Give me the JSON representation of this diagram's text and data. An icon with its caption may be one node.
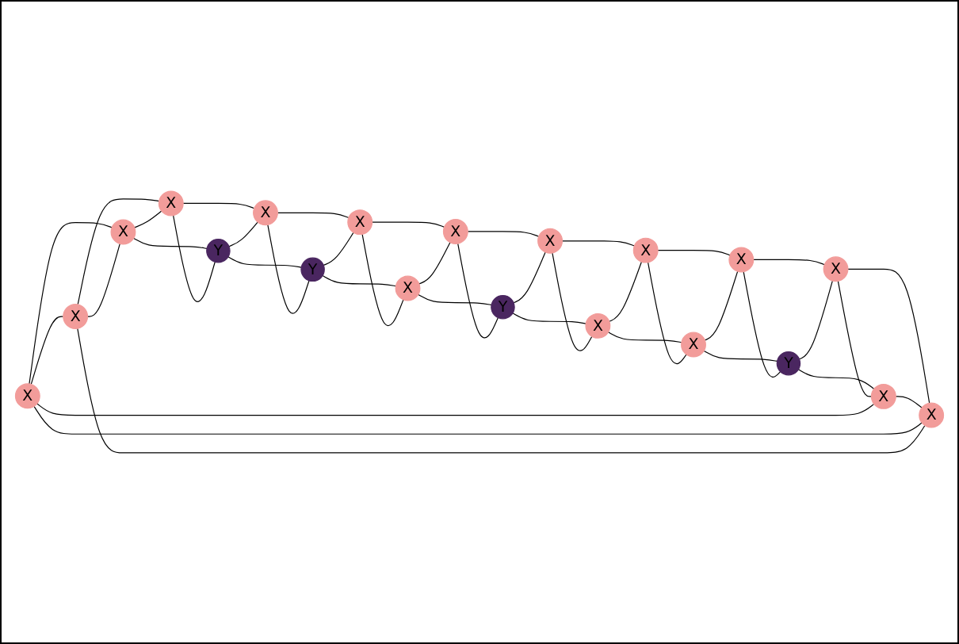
{
  "diagram": {
    "nodes": [
      {
        "text": [
          "X"
        ]
      },
      {
        "text": [
          "X"
        ]
      },
      {
        "text": [
          "X"
        ]
      },
      {
        "text": [
          "X"
        ]
      },
      {
        "text": [
          "Y"
        ]
      },
      {
        "text": [
          "X"
        ]
      },
      {
        "text": [
          "Y"
        ]
      },
      {
        "text": [
          "X"
        ]
      },
      {
        "text": [
          "X"
        ]
      },
      {
        "text": [
          "X"
        ]
      },
      {
        "text": [
          "Y"
        ]
      },
      {
        "text": [
          "X"
        ]
      },
      {
        "text": [
          "X"
        ]
      },
      {
        "text": [
          "X"
        ]
      },
      {
        "text": [
          "X"
        ]
      },
      {
        "text": [
          "X"
        ]
      },
      {
        "text": [
          "Y"
        ]
      },
      {
        "text": [
          "X"
        ]
      },
      {
        "text": [
          "X"
        ]
      },
      {
        "text": [
          "X"
        ]
      }
    ],
    "edges": [
      {
        "from": 0,
        "to": 1,
        "arrow": "none"
      },
      {
        "from": 0,
        "to": 2,
        "arrow": "none"
      },
      {
        "from": 1,
        "to": 2,
        "arrow": "none"
      },
      {
        "from": 1,
        "to": 3,
        "arrow": "none"
      },
      {
        "from": 2,
        "to": 3,
        "arrow": "none"
      },
      {
        "from": 2,
        "to": 4,
        "arrow": "none"
      },
      {
        "from": 3,
        "to": 4,
        "arrow": "none"
      },
      {
        "from": 3,
        "to": 5,
        "arrow": "none"
      },
      {
        "from": 4,
        "to": 5,
        "arrow": "none"
      },
      {
        "from": 4,
        "to": 6,
        "arrow": "none"
      },
      {
        "from": 5,
        "to": 6,
        "arrow": "none"
      },
      {
        "from": 5,
        "to": 7,
        "arrow": "none"
      },
      {
        "from": 6,
        "to": 7,
        "arrow": "none"
      },
      {
        "from": 6,
        "to": 8,
        "arrow": "none"
      },
      {
        "from": 7,
        "to": 8,
        "arrow": "none"
      },
      {
        "from": 7,
        "to": 9,
        "arrow": "none"
      },
      {
        "from": 8,
        "to": 9,
        "arrow": "none"
      },
      {
        "from": 8,
        "to": 10,
        "arrow": "none"
      },
      {
        "from": 9,
        "to": 10,
        "arrow": "none"
      },
      {
        "from": 9,
        "to": 11,
        "arrow": "none"
      },
      {
        "from": 10,
        "to": 11,
        "arrow": "none"
      },
      {
        "from": 10,
        "to": 12,
        "arrow": "none"
      },
      {
        "from": 11,
        "to": 12,
        "arrow": "none"
      },
      {
        "from": 11,
        "to": 13,
        "arrow": "none"
      },
      {
        "from": 12,
        "to": 13,
        "arrow": "none"
      },
      {
        "from": 12,
        "to": 14,
        "arrow": "none"
      },
      {
        "from": 13,
        "to": 14,
        "arrow": "none"
      },
      {
        "from": 13,
        "to": 15,
        "arrow": "none"
      },
      {
        "from": 14,
        "to": 15,
        "arrow": "none"
      },
      {
        "from": 14,
        "to": 16,
        "arrow": "none"
      },
      {
        "from": 15,
        "to": 16,
        "arrow": "none"
      },
      {
        "from": 15,
        "to": 17,
        "arrow": "none"
      },
      {
        "from": 16,
        "to": 17,
        "arrow": "none"
      },
      {
        "from": 16,
        "to": 18,
        "arrow": "none"
      },
      {
        "from": 17,
        "to": 18,
        "arrow": "none"
      },
      {
        "from": 17,
        "to": 19,
        "arrow": "none"
      },
      {
        "from": 18,
        "to": 19,
        "arrow": "none"
      },
      {
        "from": 18,
        "to": 0,
        "arrow": "none"
      },
      {
        "from": 19,
        "to": 0,
        "arrow": "none"
      },
      {
        "from": 19,
        "to": 1,
        "arrow": "none"
      }
    ]
  }
}
